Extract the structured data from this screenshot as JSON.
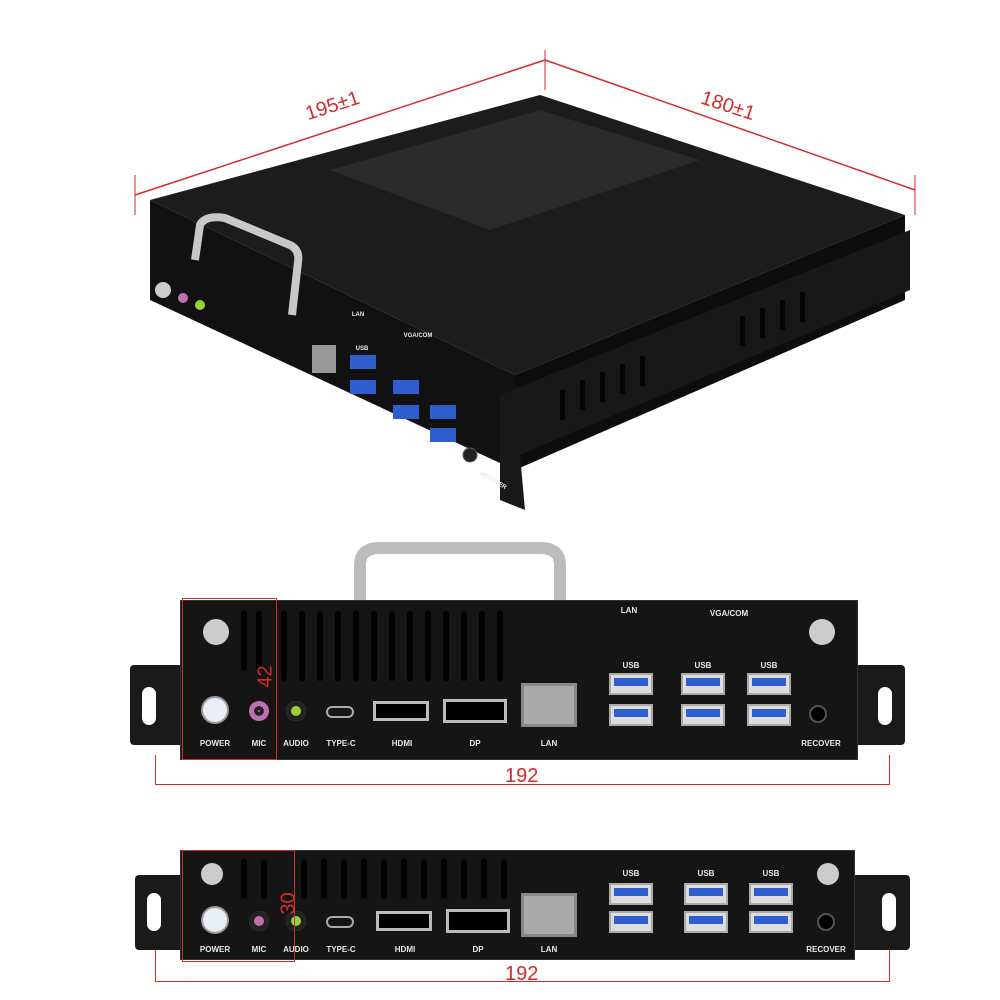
{
  "top_view": {
    "dim_length": "195±1",
    "dim_width": "180±1",
    "labels": {
      "lan": "LAN",
      "vga_com": "VGA/COM",
      "usb": "USB",
      "recover": "RECOVER"
    }
  },
  "front_42": {
    "dim_height": "42",
    "dim_width": "192",
    "top_labels": {
      "lan": "LAN",
      "vga_com": "VGA/COM"
    },
    "usb_label": "USB",
    "port_labels": [
      "POWER",
      "MIC",
      "AUDIO",
      "TYPE-C",
      "HDMI",
      "DP",
      "LAN",
      "RECOVER"
    ]
  },
  "front_30": {
    "dim_height": "30",
    "dim_width": "192",
    "usb_label": "USB",
    "port_labels": [
      "POWER",
      "MIC",
      "AUDIO",
      "TYPE-C",
      "HDMI",
      "DP",
      "LAN",
      "RECOVER"
    ]
  },
  "colors": {
    "chassis": "#151515",
    "dimension": "#d62a2a",
    "usb_blue": "#2f5fcf",
    "mic": "#c070b0",
    "audio": "#9ad13a"
  }
}
